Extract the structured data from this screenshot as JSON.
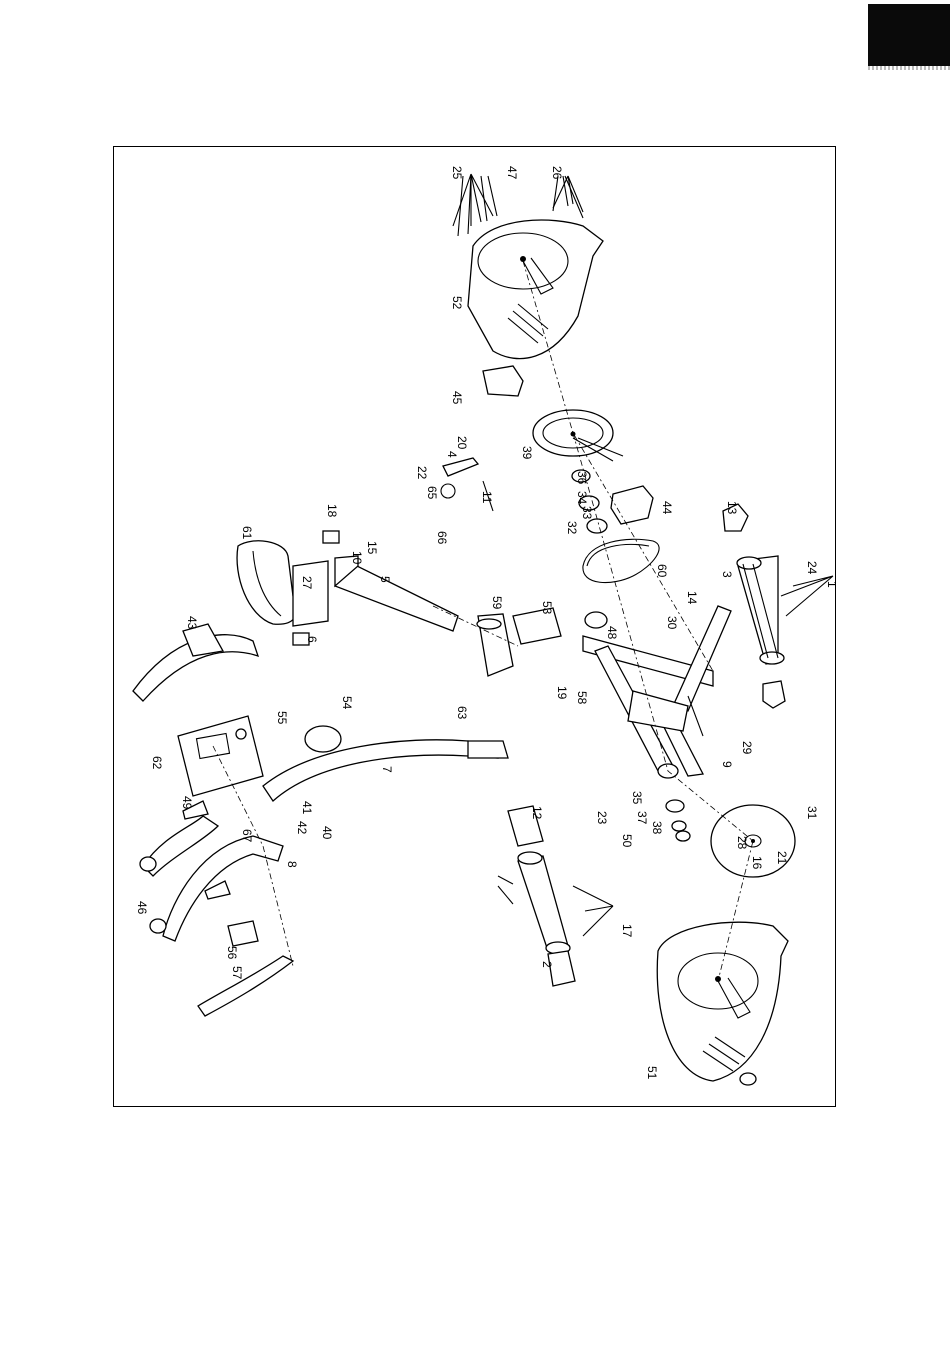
{
  "page": {
    "tab_color": "#0a0a0a"
  },
  "callouts": [
    "1",
    "2",
    "3",
    "4",
    "5",
    "6",
    "7",
    "8",
    "9",
    "10",
    "11",
    "12",
    "13",
    "14",
    "15",
    "16",
    "17",
    "18",
    "19",
    "20",
    "21",
    "22",
    "23",
    "24",
    "25",
    "26",
    "27",
    "28",
    "29",
    "30",
    "31",
    "32",
    "33",
    "34",
    "35",
    "36",
    "37",
    "38",
    "39",
    "40",
    "41",
    "42",
    "43",
    "44",
    "45",
    "46",
    "47",
    "48",
    "49",
    "50",
    "51",
    "52",
    "53",
    "54",
    "55",
    "56",
    "57",
    "58",
    "59",
    "60",
    "61",
    "62",
    "63",
    "65",
    "66",
    "67"
  ],
  "parts": [
    {
      "name": "front-frame-tube",
      "label": "1"
    },
    {
      "name": "rear-stabilizer",
      "label": "2"
    },
    {
      "name": "front-stabilizer",
      "label": "3"
    },
    {
      "name": "crank",
      "label": "4"
    },
    {
      "name": "seat-post",
      "label": "5"
    },
    {
      "name": "seat-slider",
      "label": "6"
    },
    {
      "name": "handlebar-post",
      "label": "7"
    },
    {
      "name": "handlebar",
      "label": "8"
    },
    {
      "name": "flywheel",
      "label": "31"
    },
    {
      "name": "belt",
      "label": "60"
    },
    {
      "name": "seat",
      "label": "61"
    },
    {
      "name": "computer",
      "label": "62"
    },
    {
      "name": "left-cover",
      "label": "51"
    },
    {
      "name": "right-cover",
      "label": "52"
    }
  ]
}
